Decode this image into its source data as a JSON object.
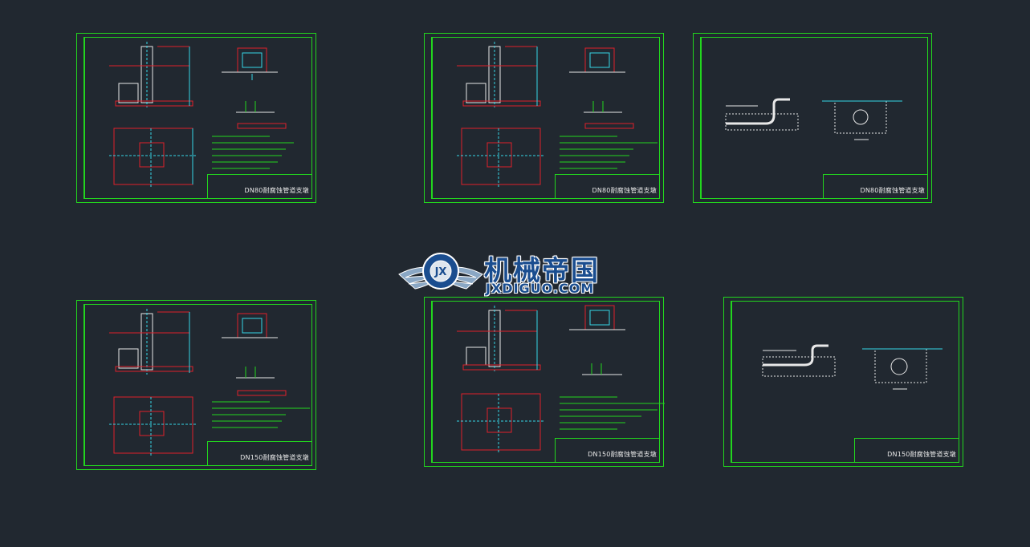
{
  "sheets": [
    {
      "title": "DN80耐腐蚀管道支墩"
    },
    {
      "title": "DN80耐腐蚀管道支墩"
    },
    {
      "title": "DN80耐腐蚀管道支墩"
    },
    {
      "title": "DN150耐腐蚀管道支墩"
    },
    {
      "title": "DN150耐腐蚀管道支墩"
    },
    {
      "title": "DN150耐腐蚀管道支墩"
    }
  ],
  "logo": {
    "cn": "机械帝国",
    "en": "JXDIGUO.COM"
  },
  "colors": {
    "background": "#212830",
    "frame": "#22d61e",
    "cad_red": "#e0202a",
    "cad_cyan": "#35d6e6",
    "cad_white": "#e8e8e8"
  }
}
